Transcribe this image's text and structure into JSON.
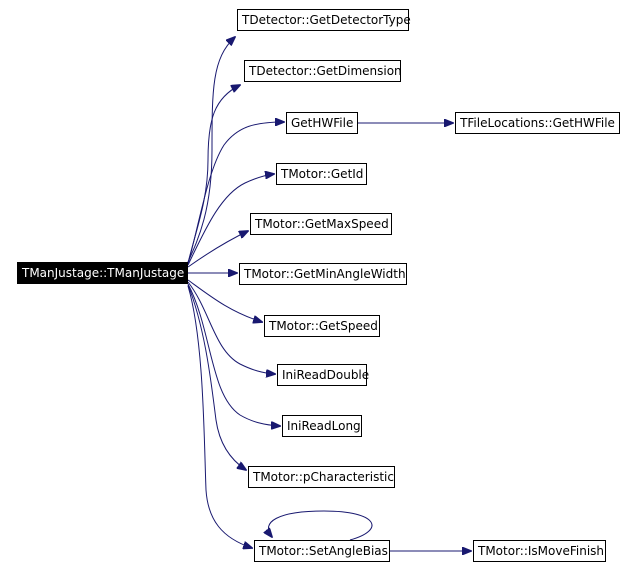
{
  "diagram": {
    "type": "call-graph",
    "colors": {
      "edge": "#191970",
      "root_fill": "#000000",
      "root_text": "#ffffff",
      "node_border": "#000000"
    },
    "root": {
      "label": "TManJustage::TManJustage"
    },
    "nodes": [
      {
        "id": "n1",
        "label": "TDetector::GetDetectorType"
      },
      {
        "id": "n2",
        "label": "TDetector::GetDimension"
      },
      {
        "id": "n3",
        "label": "GetHWFile"
      },
      {
        "id": "n4",
        "label": "TFileLocations::GetHWFile"
      },
      {
        "id": "n5",
        "label": "TMotor::GetId"
      },
      {
        "id": "n6",
        "label": "TMotor::GetMaxSpeed"
      },
      {
        "id": "n7",
        "label": "TMotor::GetMinAngleWidth"
      },
      {
        "id": "n8",
        "label": "TMotor::GetSpeed"
      },
      {
        "id": "n9",
        "label": "IniReadDouble"
      },
      {
        "id": "n10",
        "label": "IniReadLong"
      },
      {
        "id": "n11",
        "label": "TMotor::pCharacteristic"
      },
      {
        "id": "n12",
        "label": "TMotor::SetAngleBias"
      },
      {
        "id": "n13",
        "label": "TMotor::IsMoveFinish"
      }
    ],
    "edges": [
      {
        "from": "root",
        "to": "n1"
      },
      {
        "from": "root",
        "to": "n2"
      },
      {
        "from": "root",
        "to": "n3"
      },
      {
        "from": "n3",
        "to": "n4"
      },
      {
        "from": "root",
        "to": "n5"
      },
      {
        "from": "root",
        "to": "n6"
      },
      {
        "from": "root",
        "to": "n7"
      },
      {
        "from": "root",
        "to": "n8"
      },
      {
        "from": "root",
        "to": "n9"
      },
      {
        "from": "root",
        "to": "n10"
      },
      {
        "from": "root",
        "to": "n11"
      },
      {
        "from": "root",
        "to": "n12"
      },
      {
        "from": "n12",
        "to": "n12"
      },
      {
        "from": "n12",
        "to": "n13"
      }
    ]
  }
}
